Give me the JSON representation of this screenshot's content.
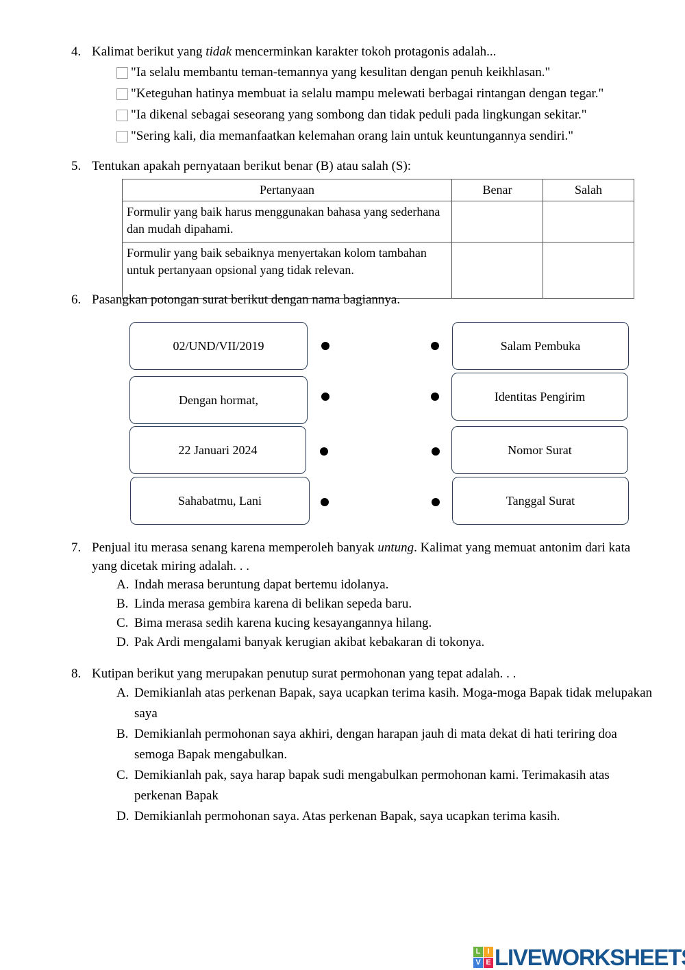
{
  "worksheet": {
    "questions": [
      {
        "number": "4.",
        "prompt_pre": "Kalimat berikut yang ",
        "prompt_italic": "tidak",
        "prompt_post": " mencerminkan karakter tokoh protagonis adalah...",
        "type": "checkbox",
        "options": [
          "\"Ia selalu membantu teman-temannya yang kesulitan dengan penuh keikhlasan.\"",
          "\"Keteguhan hatinya membuat ia selalu mampu melewati berbagai rintangan dengan tegar.\"",
          "\"Ia dikenal sebagai seseorang yang sombong dan tidak peduli pada lingkungan sekitar.\"",
          "\"Sering kali, dia memanfaatkan kelemahan orang lain untuk keuntungannya sendiri.\""
        ]
      },
      {
        "number": "5.",
        "prompt": "Tentukan apakah pernyataan berikut benar (B) atau salah (S):",
        "type": "table",
        "headers": [
          "Pertanyaan",
          "Benar",
          "Salah"
        ],
        "rows": [
          {
            "statement": "Formulir yang baik harus menggunakan bahasa yang sederhana dan mudah dipahami.",
            "benar": "",
            "salah": ""
          },
          {
            "statement": "Formulir yang baik sebaiknya menyertakan kolom tambahan untuk pertanyaan opsional yang tidak relevan.",
            "benar": "",
            "salah": ""
          }
        ]
      },
      {
        "number": "6.",
        "prompt": "Pasangkan potongan surat berikut dengan nama bagiannya.",
        "type": "matching",
        "left_items": [
          "02/UND/VII/2019",
          "Dengan hormat,",
          "22 Januari 2024",
          "Sahabatmu, Lani"
        ],
        "right_items": [
          "Salam Pembuka",
          "Identitas Pengirim",
          "Nomor Surat",
          "Tanggal Surat"
        ]
      },
      {
        "number": "7.",
        "prompt_pre": "Penjual itu merasa senang karena memperoleh banyak ",
        "prompt_italic": "untung",
        "prompt_post": ". Kalimat yang memuat antonim dari kata yang dicetak miring adalah.  .  .",
        "type": "multiple-choice",
        "options": [
          {
            "letter": "A.",
            "text": "Indah merasa beruntung dapat bertemu idolanya."
          },
          {
            "letter": "B.",
            "text": "Linda merasa gembira karena di belikan sepeda baru."
          },
          {
            "letter": "C.",
            "text": "Bima merasa sedih karena kucing kesayangannya hilang."
          },
          {
            "letter": "D.",
            "text": "Pak Ardi mengalami banyak kerugian akibat kebakaran di tokonya."
          }
        ]
      },
      {
        "number": "8.",
        "prompt": "Kutipan berikut yang merupakan penutup surat permohonan yang tepat adalah.  .  .",
        "type": "multiple-choice",
        "options": [
          {
            "letter": "A.",
            "text": "Demikianlah atas perkenan Bapak, saya ucapkan terima kasih. Moga-moga Bapak tidak melupakan saya"
          },
          {
            "letter": "B.",
            "text": "Demikianlah permohonan saya akhiri, dengan harapan jauh di mata dekat di hati teriring doa semoga Bapak mengabulkan."
          },
          {
            "letter": "C.",
            "text": "Demikianlah pak, saya harap bapak sudi mengabulkan permohonan kami. Terimakasih atas perkenan Bapak"
          },
          {
            "letter": "D.",
            "text": "Demikianlah permohonan saya. Atas perkenan Bapak, saya ucapkan terima kasih."
          }
        ]
      }
    ]
  },
  "footer": {
    "logo": {
      "wordmark": "LIVEWORKSHEETS",
      "wordmark_color": "#16558f",
      "tiles": [
        {
          "letter": "L",
          "color": "#6cb33f"
        },
        {
          "letter": "I",
          "color": "#f5a623"
        },
        {
          "letter": "V",
          "color": "#3b7dd8"
        },
        {
          "letter": "E",
          "color": "#e0234e"
        }
      ]
    }
  }
}
